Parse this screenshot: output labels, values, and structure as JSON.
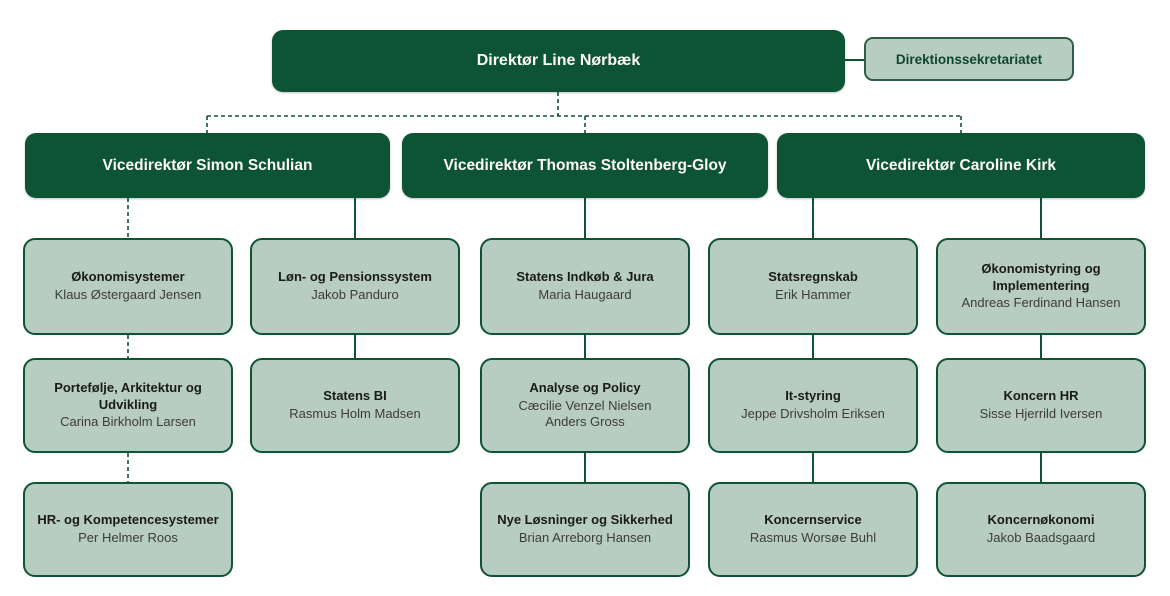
{
  "palette": {
    "dark_green": "#0d5434",
    "light_green_fill": "#b8cdc1",
    "text_on_dark": "#fdfbf3",
    "unit_title_text": "#1a1a1a",
    "unit_person_text": "#3c3c3c"
  },
  "director": {
    "label": "Direktør Line Nørbæk"
  },
  "secretariat": {
    "label": "Direktionssekretariatet"
  },
  "vice_directors": [
    {
      "label": "Vicedirektør Simon Schulian"
    },
    {
      "label": "Vicedirektør Thomas Stoltenberg-Gloy"
    },
    {
      "label": "Vicedirektør Caroline Kirk"
    }
  ],
  "units": [
    {
      "title": "Økonomisystemer",
      "person": "Klaus Østergaard Jensen"
    },
    {
      "title": "Portefølje, Arkitektur og Udvikling",
      "person": "Carina Birkholm Larsen"
    },
    {
      "title": "HR- og Kompetencesystemer",
      "person": "Per Helmer Roos"
    },
    {
      "title": "Løn- og Pensionssystem",
      "person": "Jakob Panduro"
    },
    {
      "title": "Statens BI",
      "person": "Rasmus Holm Madsen"
    },
    {
      "title": "Statens Indkøb & Jura",
      "person": "Maria Haugaard"
    },
    {
      "title": "Analyse og Policy",
      "person": "Cæcilie Venzel Nielsen\nAnders Gross"
    },
    {
      "title": "Nye Løsninger og Sikkerhed",
      "person": "Brian Arreborg Hansen"
    },
    {
      "title": "Statsregnskab",
      "person": "Erik Hammer"
    },
    {
      "title": "It-styring",
      "person": "Jeppe Drivsholm Eriksen"
    },
    {
      "title": "Koncernservice",
      "person": "Rasmus Worsøe Buhl"
    },
    {
      "title": "Økonomistyring og Implementering",
      "person": "Andreas Ferdinand Hansen"
    },
    {
      "title": "Koncern HR",
      "person": "Sisse Hjerrild Iversen"
    },
    {
      "title": "Koncernøkonomi",
      "person": "Jakob Baadsgaard"
    }
  ]
}
